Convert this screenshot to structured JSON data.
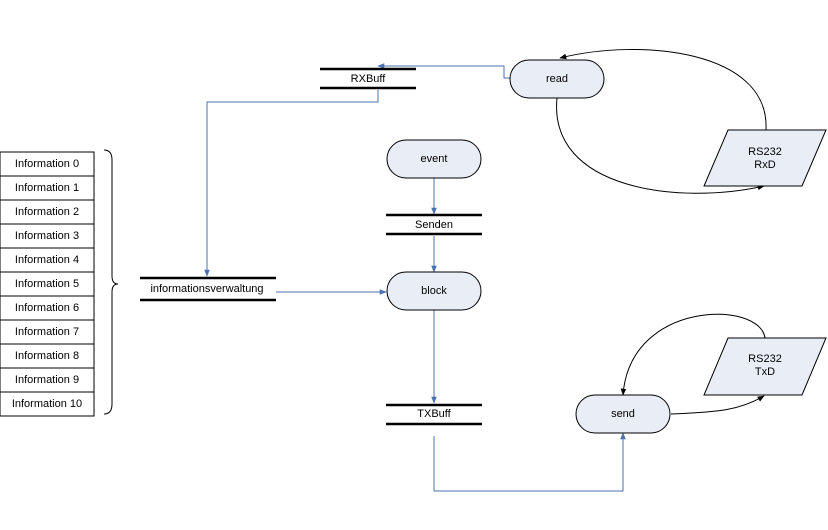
{
  "information_list": [
    "Information 0",
    "Information 1",
    "Information 2",
    "Information 3",
    "Information 4",
    "Information 5",
    "Information 6",
    "Information 7",
    "Information 8",
    "Information 9",
    "Information 10"
  ],
  "stores": {
    "rxbuff": "RXBuff",
    "informationsverwaltung": "informationsverwaltung",
    "senden": "Senden",
    "txbuff": "TXBuff"
  },
  "processes": {
    "read": "read",
    "event": "event",
    "block": "block",
    "send": "send"
  },
  "io": {
    "rs232_rxd": {
      "line1": "RS232",
      "line2": "RxD"
    },
    "rs232_txd": {
      "line1": "RS232",
      "line2": "TxD"
    }
  },
  "colors": {
    "process_fill": "#e8edf6",
    "flow_line": "#4a72b0",
    "stroke": "#000000"
  }
}
